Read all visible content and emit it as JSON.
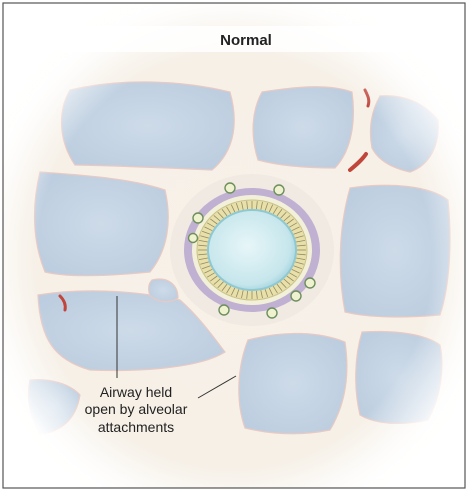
{
  "figure": {
    "title": "Normal",
    "caption_lines": [
      "Airway held",
      "open by alveolar",
      "attachments"
    ]
  },
  "colors": {
    "frame": "#4a4a4a",
    "background": "#f5efe6",
    "alveolus": "#c8d7e6",
    "septum": "#f7efe6",
    "vessel": "#c0463c",
    "airway_lumen": "#d4eef2",
    "airway_epithelium": "#e8e0a8",
    "smooth_muscle": "#b7a6cf"
  }
}
